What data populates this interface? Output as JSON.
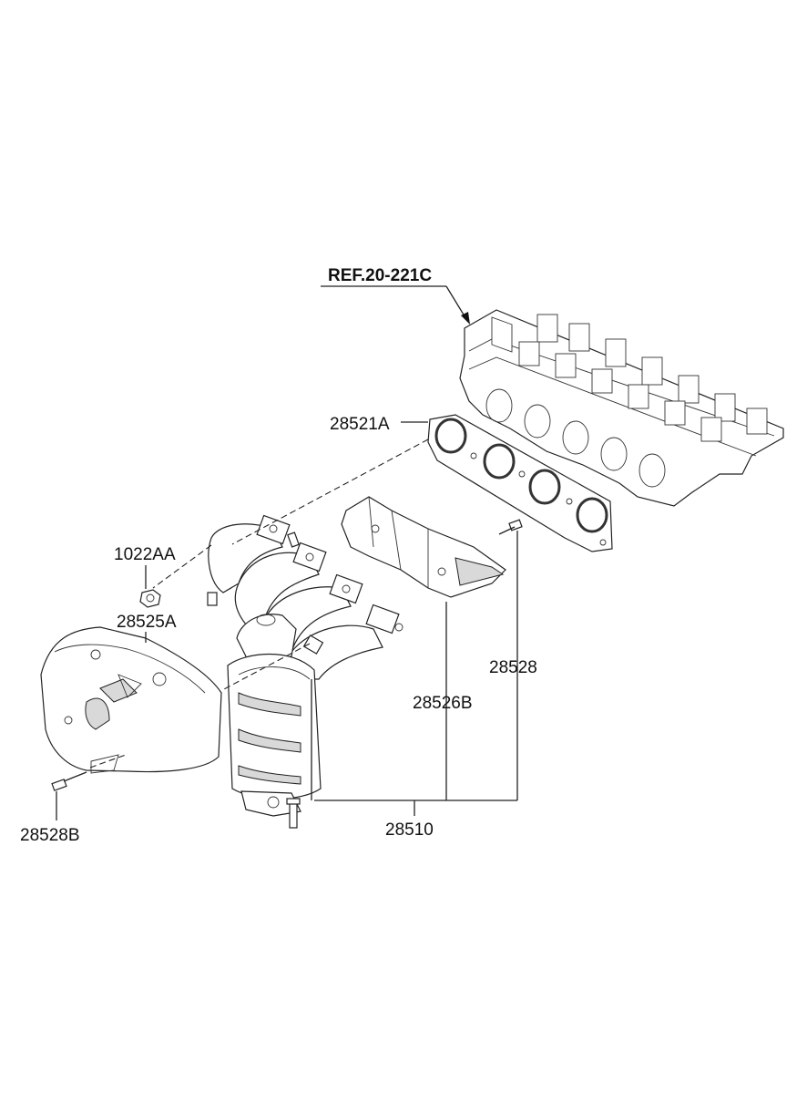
{
  "labels": {
    "ref": "REF.20-221C",
    "gasket": "28521A",
    "nut": "1022AA",
    "heat_protector_lower": "28525A",
    "heat_protector_upper": "28526B",
    "bolt_right": "28528",
    "bolt_left": "28528B",
    "manifold_assembly": "28510"
  }
}
